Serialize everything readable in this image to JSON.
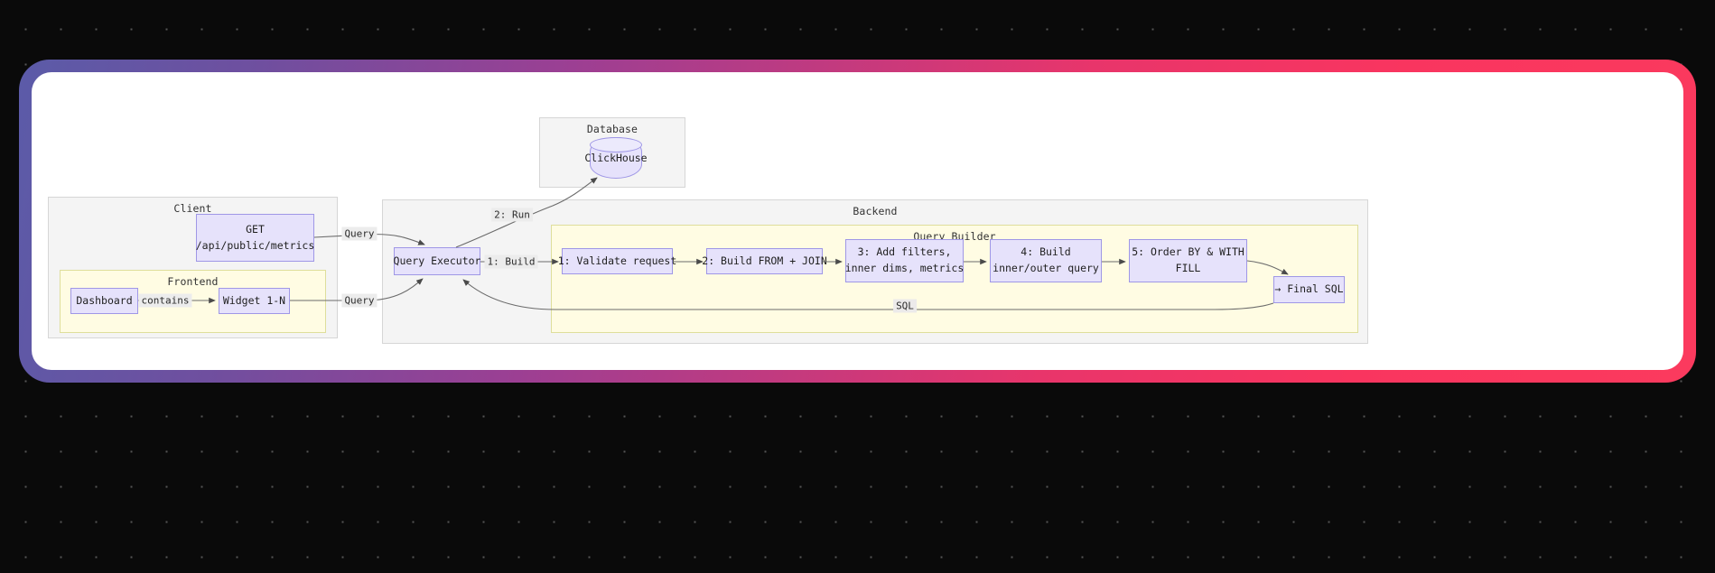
{
  "canvas": {
    "background_dots": true,
    "frame_gradient_from": "#5b5ba8",
    "frame_gradient_to": "#fb3a5e"
  },
  "palette": {
    "node_fill": "#e6e2fb",
    "node_stroke": "#9f97e6",
    "neutral_group": "#f4f4f4",
    "yellow_group": "#fffce3",
    "edge": "#555555"
  },
  "groups": {
    "client": {
      "title": "Client"
    },
    "frontend": {
      "title": "Frontend"
    },
    "database": {
      "title": "Database"
    },
    "backend": {
      "title": "Backend"
    },
    "query_builder": {
      "title": "Query Builder"
    }
  },
  "nodes": {
    "api_request": {
      "line1": "GET",
      "line2": "/api/public/metrics"
    },
    "dashboard": {
      "label": "Dashboard"
    },
    "widget": {
      "label": "Widget 1-N"
    },
    "clickhouse": {
      "label": "ClickHouse"
    },
    "query_executor": {
      "label": "Query Executor"
    },
    "step1": {
      "label": "1: Validate request"
    },
    "step2": {
      "label": "2: Build FROM + JOIN"
    },
    "step3": {
      "line1": "3: Add filters,",
      "line2": "inner dims, metrics"
    },
    "step4": {
      "line1": "4: Build",
      "line2": "inner/outer query"
    },
    "step5": {
      "line1": "5: Order BY & WITH",
      "line2": "FILL"
    },
    "final_sql": {
      "label": "→ Final SQL"
    }
  },
  "edges": {
    "contains": {
      "label": "contains"
    },
    "api_to_executor": {
      "label": "Query"
    },
    "widget_to_executor": {
      "label": "Query"
    },
    "executor_to_clickhouse": {
      "label": "2: Run"
    },
    "executor_to_builder": {
      "label": "1: Build"
    },
    "builder_to_executor": {
      "label": "SQL"
    }
  }
}
